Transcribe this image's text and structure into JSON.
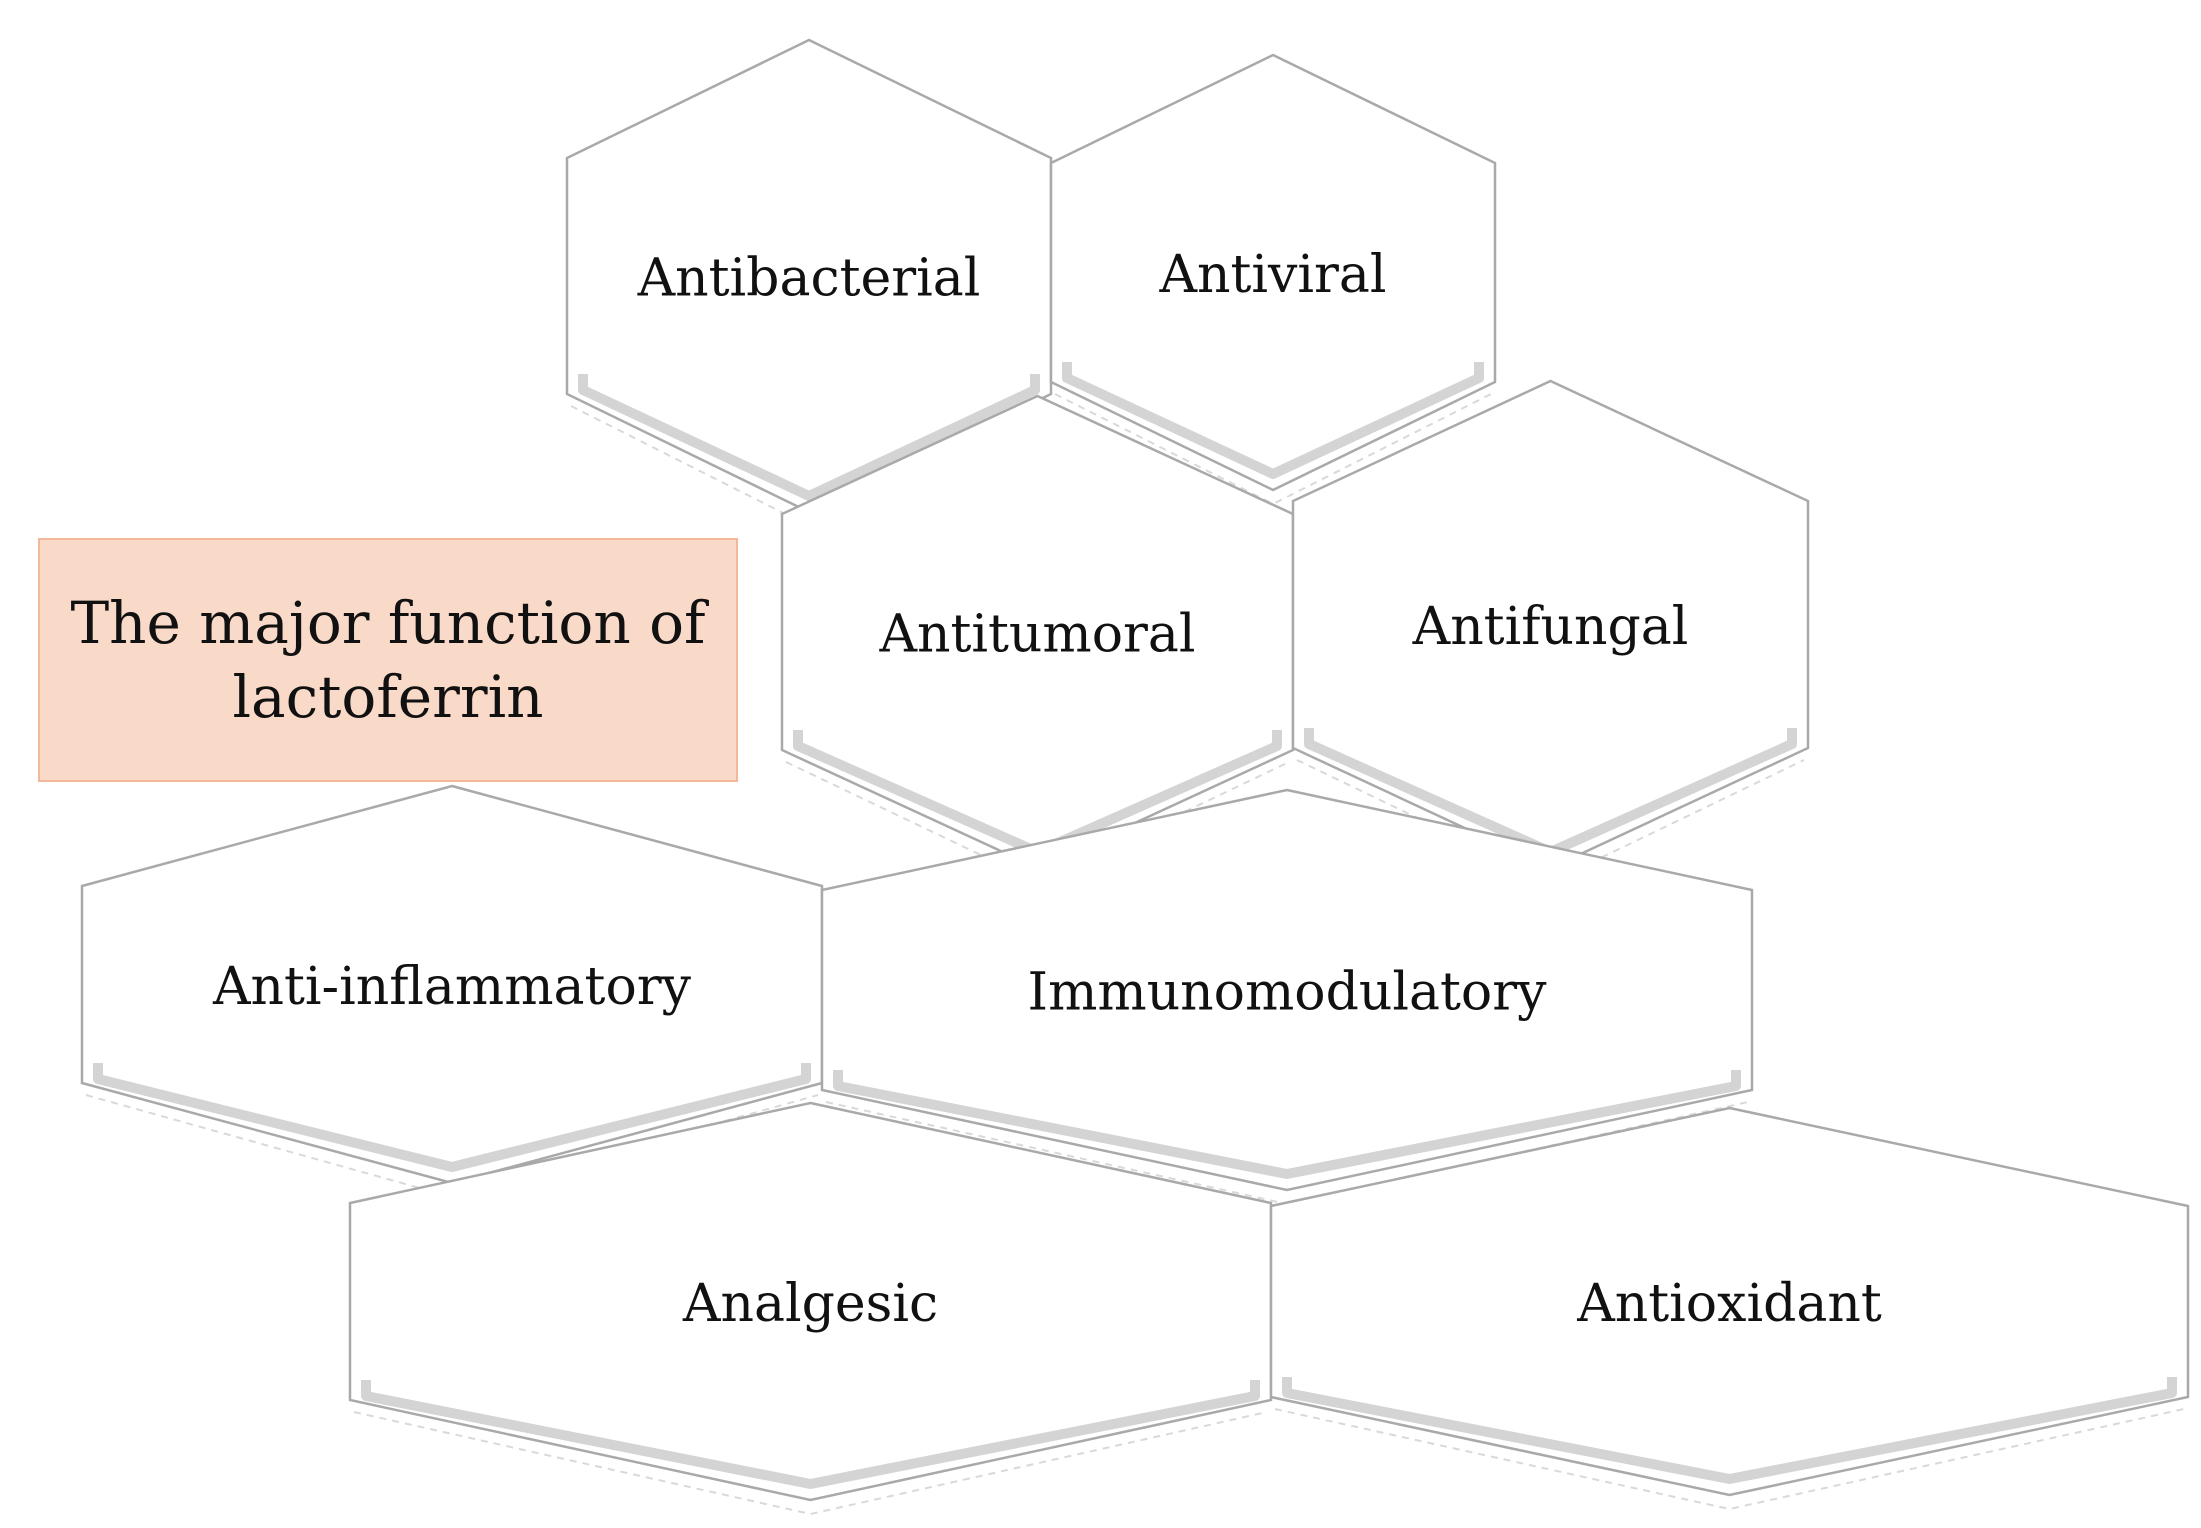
{
  "title_box": {
    "line1": "The major function of",
    "line2": "lactoferrin",
    "fill_color": "#f9d9c8",
    "border_color": "#f2b899"
  },
  "functions": [
    "Antibacterial",
    "Antiviral",
    "Antitumoral",
    "Antifungal",
    "Anti-inflammatory",
    "Immunomodulatory",
    "Analgesic",
    "Antioxidant"
  ],
  "colors": {
    "hex_fill": "#ffffff",
    "hex_stroke": "#a9a9a9",
    "hex_shade": "#d4d4d4",
    "text": "#111111"
  }
}
